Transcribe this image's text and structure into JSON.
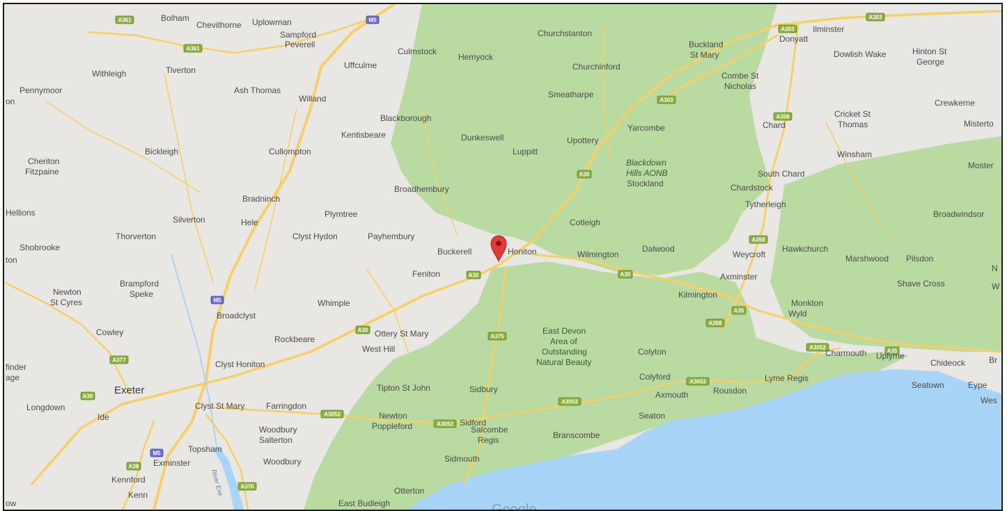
{
  "map": {
    "provider_logo": "Google",
    "marker_location": "Honiton",
    "colors": {
      "land": "#e9e7e3",
      "park": "#b9dba2",
      "sea": "#a8d4f7",
      "road": "#f6cf65",
      "motorway_shield": "#6b6fd1",
      "a_road_shield": "#8db13f",
      "marker": "#e53935"
    },
    "places": {
      "bolham": "Bolham",
      "chevithorne": "Chevithorne",
      "uplowman": "Uplowman",
      "sampford_peverell_1": "Sampford",
      "sampford_peverell_2": "Peverell",
      "culmstock": "Culmstock",
      "hemyock": "Hemyock",
      "churchstanton": "Churchstanton",
      "buckland_1": "Buckland",
      "buckland_2": "St Mary",
      "ilminster": "Ilminster",
      "donyatt": "Donyatt",
      "withleigh": "Withleigh",
      "tiverton": "Tiverton",
      "uffculme": "Uffculme",
      "churchinford": "Churchinford",
      "combe_1": "Combe St",
      "combe_2": "Nicholas",
      "dowlish_wake": "Dowlish Wake",
      "hinton_1": "Hinton St",
      "hinton_2": "George",
      "pennymoor": "Pennymoor",
      "left_on": "on",
      "ash_thomas": "Ash Thomas",
      "willand": "Willand",
      "smeatharpe": "Smeatharpe",
      "crewkerne": "Crewkerne",
      "blackborough": "Blackborough",
      "chard": "Chard",
      "cricket_1": "Cricket St",
      "cricket_2": "Thomas",
      "misterton": "Misterto",
      "kentisbeare": "Kentisbeare",
      "dunkeswell": "Dunkeswell",
      "yarcombe": "Yarcombe",
      "bickleigh": "Bickleigh",
      "cullompton": "Cullompton",
      "luppitt": "Luppitt",
      "upottery": "Upottery",
      "winsham": "Winsham",
      "cheriton_1": "Cheriton",
      "cheriton_2": "Fitzpaine",
      "aonb_1": "Blackdown",
      "aonb_2": "Hills AONB",
      "stockland": "Stockland",
      "south_chard": "South Chard",
      "mosterton": "Moster",
      "broadhembury": "Broadhembury",
      "chardstock": "Chardstock",
      "bradninch": "Bradninch",
      "tytherleigh": "Tytherleigh",
      "hellions": "Hellions",
      "plymtree": "Plymtree",
      "silverton": "Silverton",
      "hele": "Hele",
      "cotleigh": "Cotleigh",
      "broadwindsor": "Broadwindsor",
      "shobrooke": "Shobrooke",
      "thorverton": "Thorverton",
      "clyst_hydon": "Clyst Hydon",
      "payhembury": "Payhembury",
      "buckerell": "Buckerell",
      "honiton": "Honiton",
      "wilmington": "Wilmington",
      "dalwood": "Dalwood",
      "weycroft": "Weycroft",
      "hawkchurch": "Hawkchurch",
      "marshwood": "Marshwood",
      "pilsdon": "Pilsdon",
      "left_ton": "ton",
      "feniton": "Feniton",
      "axminster": "Axminster",
      "shave_cross": "Shave Cross",
      "newton_1": "Newton",
      "newton_2": "St Cyres",
      "brampford_1": "Brampford",
      "brampford_2": "Speke",
      "kilmington": "Kilmington",
      "whimple": "Whimple",
      "monkton_1": "Monkton",
      "monkton_2": "Wyld",
      "broadclyst": "Broadclyst",
      "cowley": "Cowley",
      "east_devon_1": "East Devon",
      "east_devon_2": "Area of",
      "east_devon_3": "Outstanding",
      "east_devon_4": "Natural Beauty",
      "ottery": "Ottery St Mary",
      "rockbeare": "Rockbeare",
      "west_hill": "West Hill",
      "colyton": "Colyton",
      "uplyme": "Uplyme",
      "charmouth": "Charmouth",
      "chideock": "Chideock",
      "right_br": "Br",
      "clyst_honiton": "Clyst Honiton",
      "left_finder": "finder",
      "left_age": "age",
      "colyford": "Colyford",
      "lyme_regis": "Lyme Regis",
      "seatown": "Seatown",
      "eype": "Eype",
      "exeter": "Exeter",
      "tipton": "Tipton St John",
      "sidbury": "Sidbury",
      "rousdon": "Rousdon",
      "axmouth": "Axmouth",
      "right_wes": "Wes",
      "longdown": "Longdown",
      "clyst_st_mary": "Clyst St Mary",
      "farringdon": "Farringdon",
      "ide": "Ide",
      "newton_poppleford_1": "Newton",
      "newton_poppleford_2": "Poppleford",
      "seaton": "Seaton",
      "sidford": "Sidford",
      "woodbury_salterton_1": "Woodbury",
      "woodbury_salterton_2": "Salterton",
      "salcombe_1": "Salcombe",
      "salcombe_2": "Regis",
      "branscombe": "Branscombe",
      "topsham": "Topsham",
      "exminster": "Exminster",
      "woodbury": "Woodbury",
      "sidmouth": "Sidmouth",
      "kennford": "Kennford",
      "kenn": "Kenn",
      "otterton": "Otterton",
      "east_budleigh": "East Budleigh",
      "left_ow": "ow",
      "right_n": "N",
      "right_w": "W",
      "river_exe": "River Exe"
    },
    "road_labels": {
      "a361": "A361",
      "m5": "M5",
      "a303": "A303",
      "a358": "A358",
      "a30": "A30",
      "a35": "A35",
      "a375": "A375",
      "a3052": "A3052",
      "a377": "A377",
      "a38": "A38",
      "a376": "A376"
    }
  }
}
